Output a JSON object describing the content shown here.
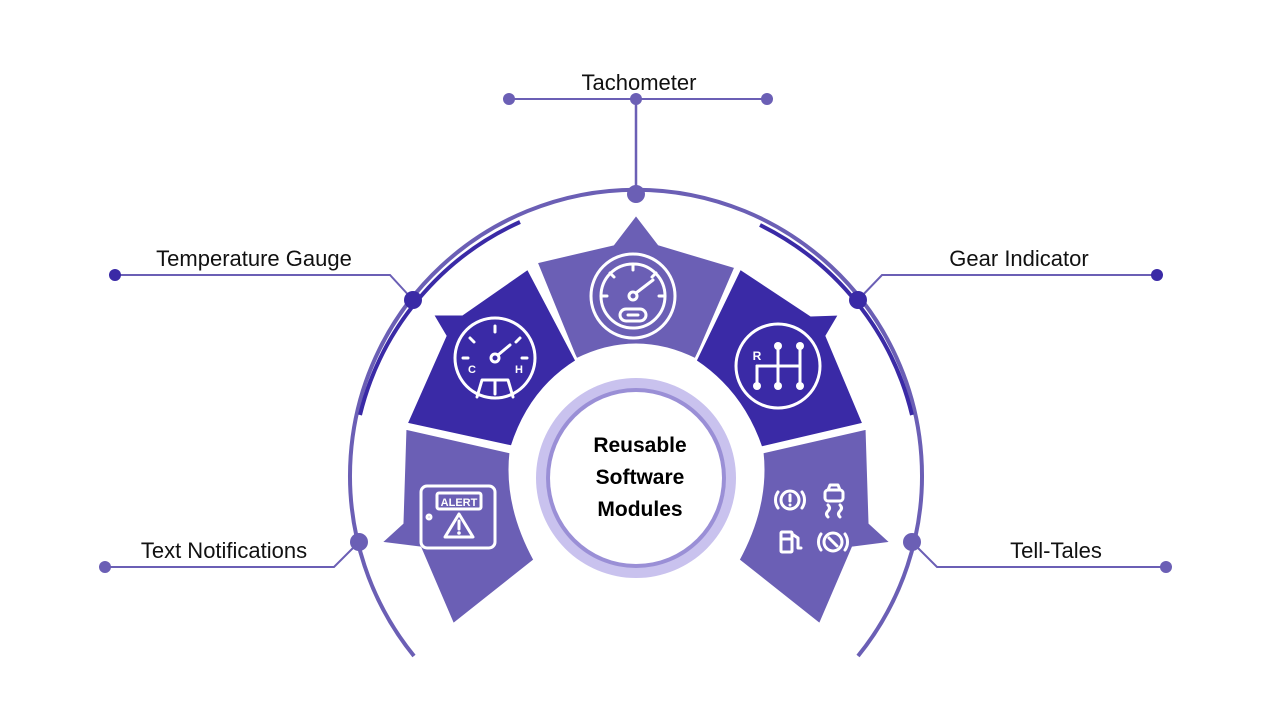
{
  "diagram": {
    "center": {
      "lines": [
        "Reusable",
        "Software",
        "Modules"
      ]
    },
    "modules": [
      {
        "label": "Tachometer",
        "icon": "tachometer-icon",
        "color": "#6b5fb5"
      },
      {
        "label": "Temperature Gauge",
        "icon": "temperature-gauge-icon",
        "color": "#3a2aa6"
      },
      {
        "label": "Gear Indicator",
        "icon": "gear-shift-icon",
        "color": "#3a2aa6"
      },
      {
        "label": "Text Notifications",
        "icon": "alert-icon",
        "color": "#6b5fb5"
      },
      {
        "label": "Tell-Tales",
        "icon": "tell-tale-icons",
        "color": "#6b5fb5"
      }
    ],
    "alert_icon_text": "ALERT",
    "temperature_icon_text": {
      "cold": "C",
      "hot": "H"
    },
    "gear_icon_text": "R",
    "colors": {
      "dark": "#3a2aa6",
      "medium": "#6b5fb5",
      "line": "#6b5fb5",
      "ring": "#c9c2ee"
    }
  }
}
